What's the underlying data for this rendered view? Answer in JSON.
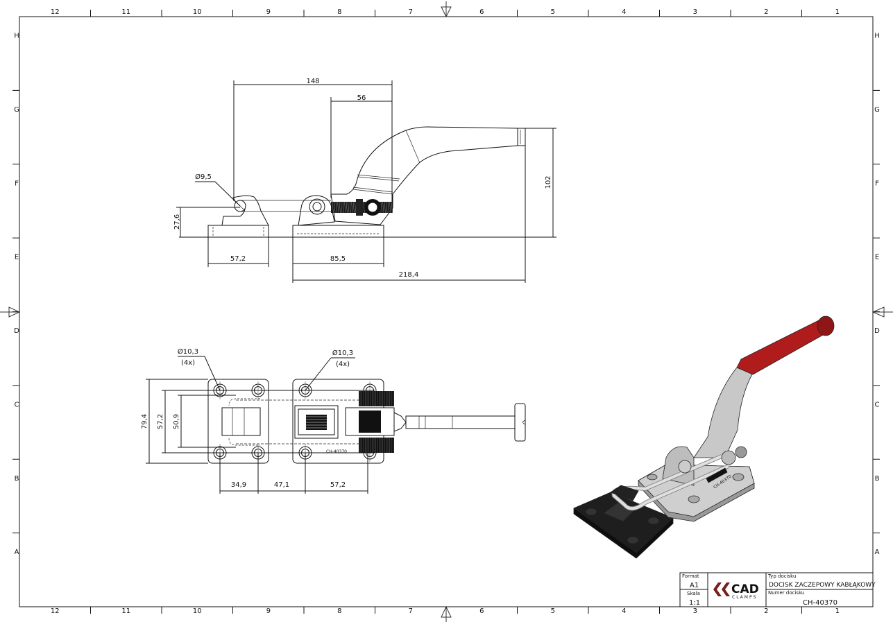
{
  "border": {
    "columns": [
      "12",
      "11",
      "10",
      "9",
      "8",
      "7",
      "6",
      "5",
      "4",
      "3",
      "2",
      "1"
    ],
    "rows": [
      "H",
      "G",
      "F",
      "E",
      "D",
      "C",
      "B",
      "A"
    ]
  },
  "side_view": {
    "dims": {
      "d148": "148",
      "d56": "56",
      "d102": "102",
      "d27_6": "27,6",
      "d57_2": "57,2",
      "d85_5": "85,5",
      "d218_4": "218,4",
      "hole": "Ø9,5"
    }
  },
  "top_view": {
    "dims": {
      "d79_4": "79,4",
      "d57_2v": "57,2",
      "d50_9": "50,9",
      "d34_9": "34,9",
      "d47_1": "47,1",
      "d57_2h": "57,2",
      "hole_left": "Ø10,3",
      "hole_left_count": "(4x)",
      "hole_right": "Ø10,3",
      "hole_right_count": "(4x)"
    },
    "part_marking": "CH-40370"
  },
  "iso_view": {
    "colors": {
      "handle": "#b01c1c",
      "steel": "#cfcfcf",
      "plate": "#1e1e1e"
    },
    "part_marking": "CH-40370"
  },
  "title_block": {
    "format_label": "Format",
    "format_value": "A1",
    "scale_label": "Skala",
    "scale_value": "1:1",
    "logo_main": "CAD",
    "logo_sub": "CLAMPS",
    "logo_color": "#7a1f1f",
    "type_label": "Typ docisku",
    "type_value": "DOCISK ZACZEPOWY KABŁĄKOWY",
    "number_label": "Numer docisku",
    "number_value": "CH-40370"
  }
}
